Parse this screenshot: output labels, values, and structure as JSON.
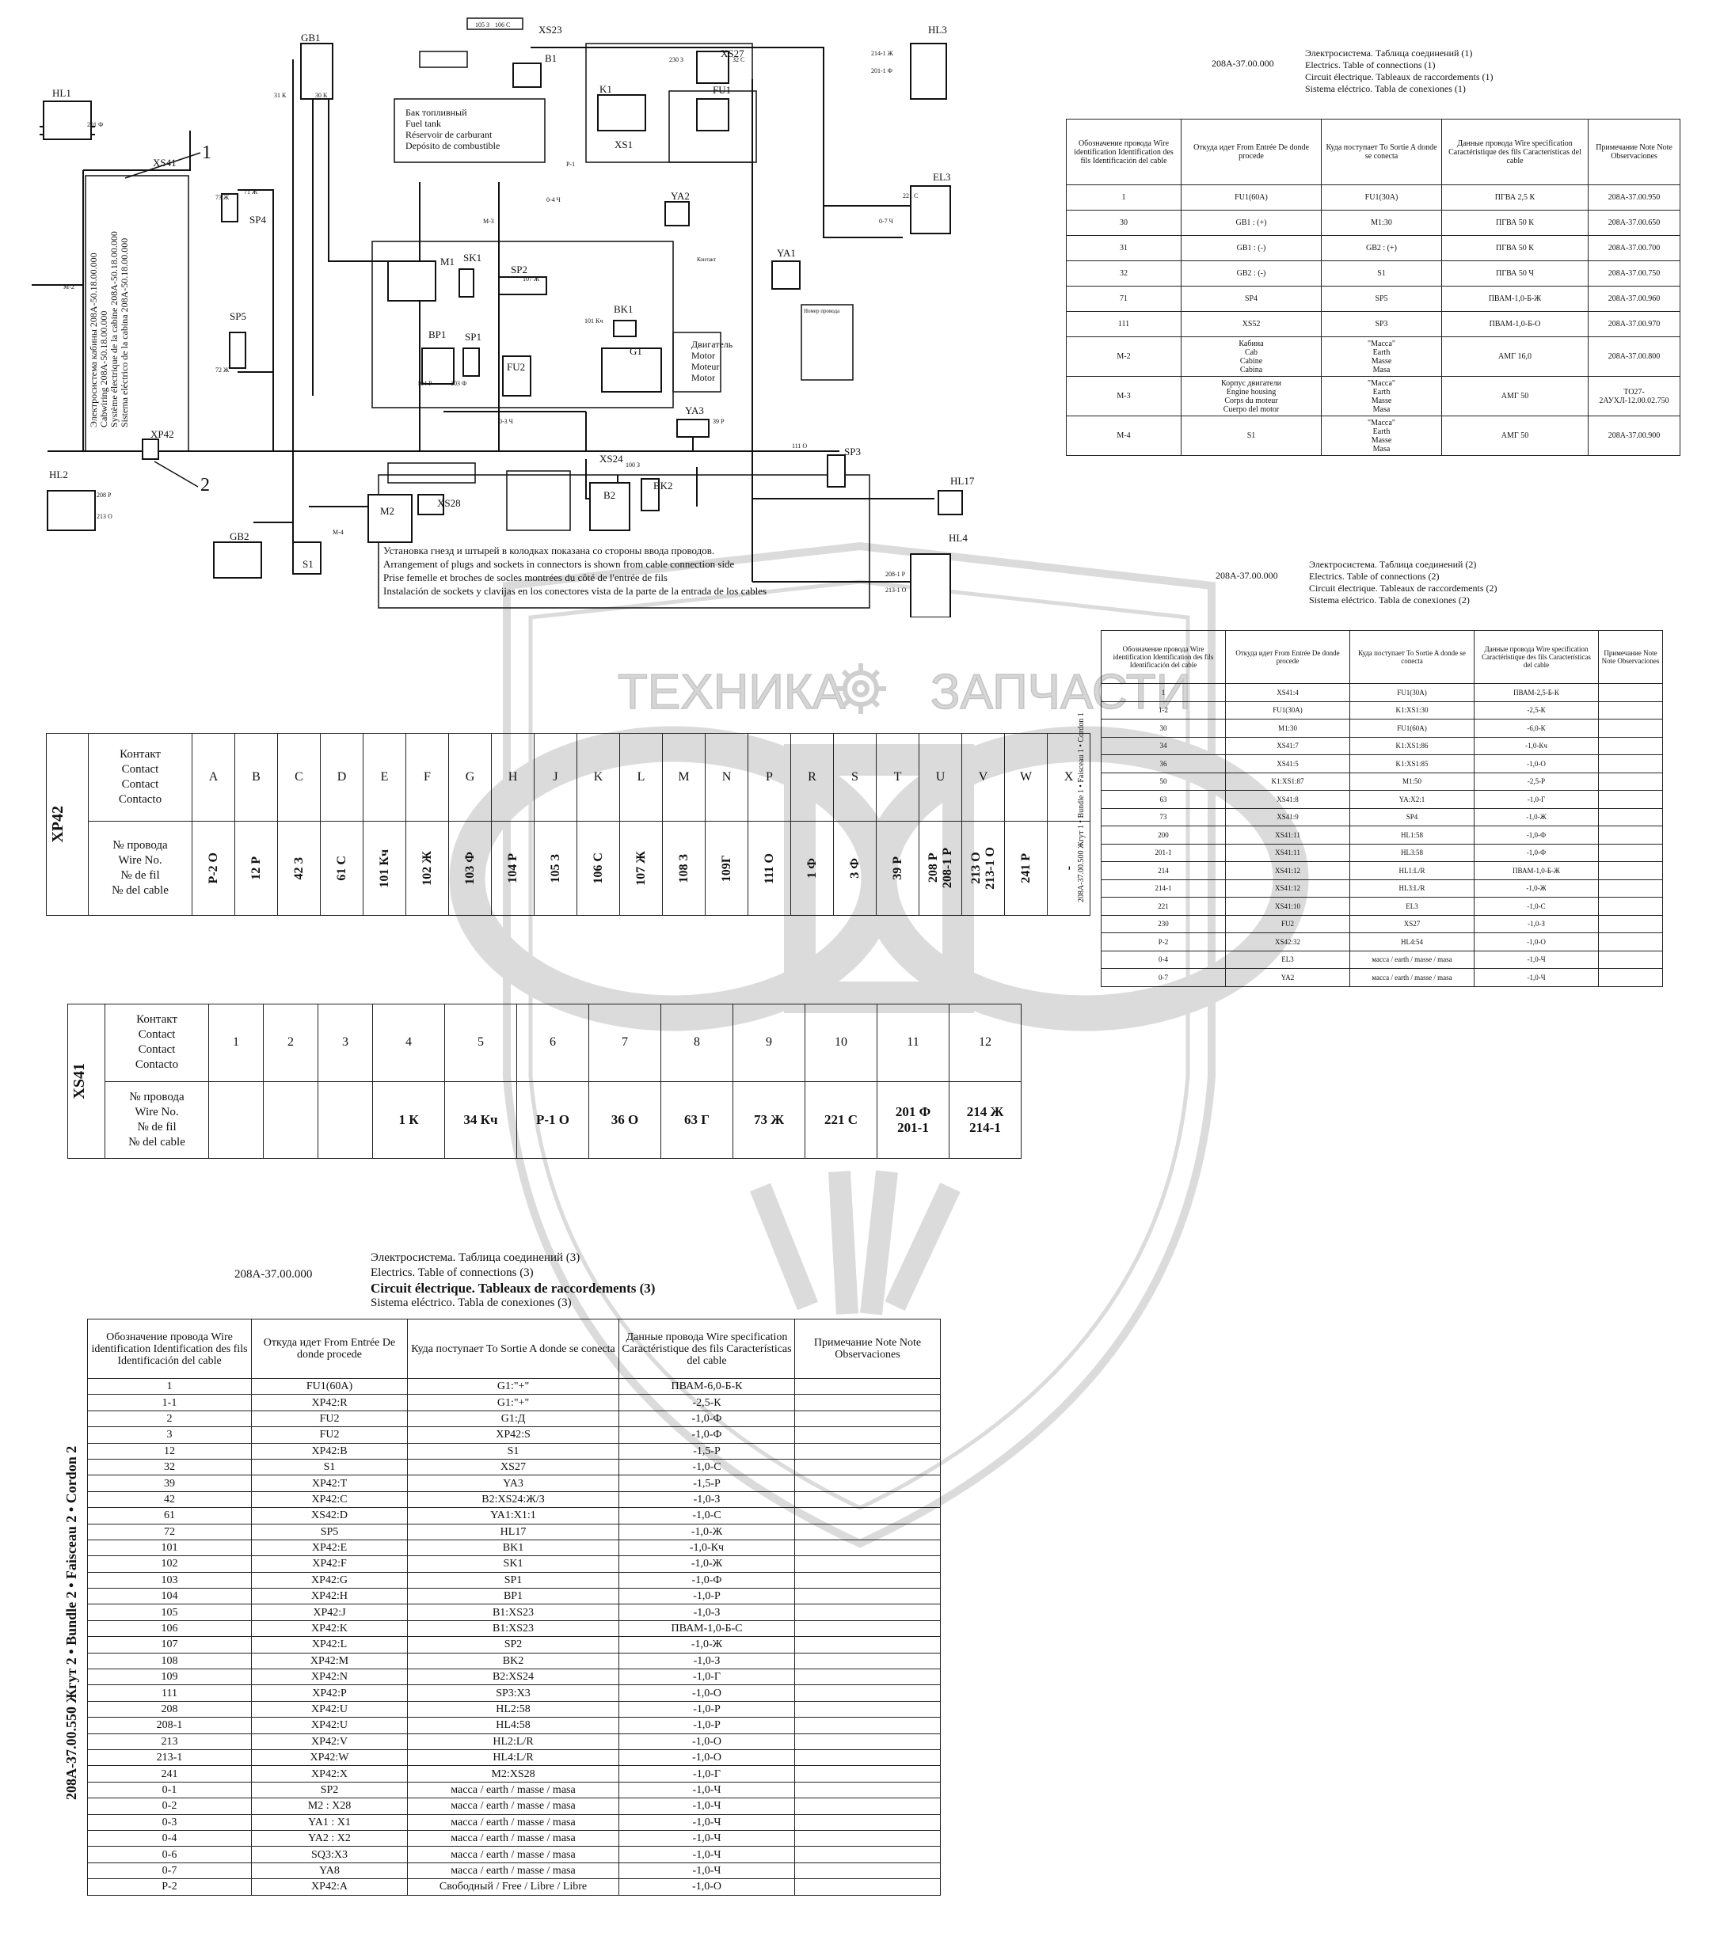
{
  "diagram": {
    "components": {
      "HL1": "HL1",
      "HL2": "HL2",
      "HL3": "HL3",
      "HL4": "HL4",
      "HL17": "HL17",
      "GB1": "GB1",
      "GB2": "GB2",
      "XS41": "XS41",
      "XP42": "XP42",
      "XS23": "XS23",
      "B1": "B1",
      "XS27": "XS27",
      "FU1": "FU1",
      "K1": "K1",
      "XS1": "XS1",
      "YA2": "YA2",
      "YA1": "YA1",
      "YA3": "YA3",
      "EL3": "EL3",
      "SP4": "SP4",
      "SP5": "SP5",
      "SP2": "SP2",
      "SP1": "SP1",
      "SP3": "SP3",
      "BP1": "BP1",
      "FU2": "FU2",
      "G1": "G1",
      "M1": "M1",
      "SK1": "SK1",
      "BK1": "BK1",
      "BK2": "BK2",
      "XS24": "XS24",
      "B2": "B2",
      "M2": "M2",
      "XS28": "XS28",
      "S1": "S1"
    },
    "callouts": {
      "one": "1",
      "two": "2"
    },
    "fuel_tank": [
      "Бак топливный",
      "Fuel tank",
      "Réservoir de carburant",
      "Depósito de combustible"
    ],
    "engine": [
      "Двигатель",
      "Motor",
      "Moteur",
      "Motor"
    ],
    "cab_wiring": [
      "Электросистема кабины 208А-50.18.00.000",
      "Cabwiring 208А-50.18.00.000",
      "Système électrique de la cabine 208А-50.18.00.000",
      "Sistema eléctrico de la cabina 208А-50.18.00.000"
    ],
    "note": [
      "Установка гнезд и штырей в колодках показана со стороны ввода проводов.",
      "Arrangement of plugs and sockets in connectors is shown from cable connection side",
      "Prise femelle et broches de socles montrées du côté de l'entrée de fils",
      "Instalación de sockets y clavijas en los conectores vista de la parte de la entrada de los cables"
    ],
    "wire_labels": {
      "w105": "105 З",
      "w106": "106 С",
      "w201": "201 Ф",
      "w31": "31 К",
      "w30": "30 К",
      "w73": "73 Ж",
      "w71": "71 Ж",
      "w72": "72 Ж",
      "w208": "208 Р",
      "w213": "213 О",
      "w2141": "214-1 Ж",
      "w2011": "201-1 Ф",
      "w221": "221 С",
      "w07": "0-7 Ч",
      "w04": "0-4 Ч",
      "w03": "0-3 Ч",
      "w111": "111 О",
      "w39": "39 Р",
      "w2081": "208-1 Р",
      "w2131": "213-1 О",
      "wP1": "Р-1",
      "wM2": "М-2",
      "wM3": "М-3",
      "wM4": "М-4",
      "w107": "107 Ж",
      "w101": "101 Кч",
      "w104": "104 Р",
      "w103": "103 Ф",
      "w100": "100 З",
      "w230": "230 З",
      "w32": "32 С"
    },
    "nomer_header": [
      "Контакт",
      "Номер провода"
    ]
  },
  "table1": {
    "code": "208А-37.00.000",
    "title": [
      "Электросистема. Таблица соединений (1)",
      "Electrics. Table of connections (1)",
      "Circuit électrique. Tableaux de raccordements (1)",
      "Sistema eléctrico. Tabla de conexiones (1)"
    ],
    "headers": [
      "Обозначение провода\nWire identification\nIdentification des fils\nIdentificación del cable",
      "Откуда идет\nFrom\nEntrée\nDe donde procede",
      "Куда поступает\nTo\nSortie\nA donde se conecta",
      "Данные провода\nWire specification\nCaractéristique des fils\nCaracterísticas del cable",
      "Примечание\nNote\nNote\nObservaciones"
    ],
    "rows": [
      [
        "1",
        "FU1(60A)",
        "FU1(30A)",
        "ПГВА 2,5 К",
        "208А-37.00.950"
      ],
      [
        "30",
        "GB1 : (+)",
        "M1:30",
        "ПГВА 50 К",
        "208А-37.00.650"
      ],
      [
        "31",
        "GB1 : (-)",
        "GB2 : (+)",
        "ПГВА 50 К",
        "208А-37.00.700"
      ],
      [
        "32",
        "GB2 : (-)",
        "S1",
        "ПГВА 50 Ч",
        "208А-37.00.750"
      ],
      [
        "71",
        "SP4",
        "SP5",
        "ПВАМ-1,0-Б-Ж",
        "208А-37.00.960"
      ],
      [
        "111",
        "XS52",
        "SP3",
        "ПВАМ-1,0-Б-О",
        "208А-37.00.970"
      ],
      [
        "М-2",
        "Кабина\nCab\nCabine\nCabina",
        "\"Масса\"\nEarth\nMasse\nMasa",
        "АМГ 16,0",
        "208А-37.00.800"
      ],
      [
        "М-3",
        "Корпус двигатели\nEngine housing\nCorps du moteur\nCuerpo del motor",
        "\"Масса\"\nEarth\nMasse\nMasa",
        "АМГ 50",
        "ТО27-2АУХЛ-12.00.02.750"
      ],
      [
        "М-4",
        "S1",
        "\"Масса\"\nEarth\nMasse\nMasa",
        "АМГ 50",
        "208А-37.00.900"
      ]
    ]
  },
  "table2": {
    "code": "208А-37.00.000",
    "title": [
      "Электросистема. Таблица соединений (2)",
      "Electrics. Table of connections (2)",
      "Circuit électrique. Tableaux de raccordements (2)",
      "Sistema eléctrico. Tabla de conexiones (2)"
    ],
    "side_label": "208А-37.00.500   Жгут 1 • Bundle 1 • Faisceau 1 • Cordon 1",
    "headers": [
      "Обозначение провода\nWire identification\nIdentification des fils\nIdentificación del cable",
      "Откуда идет\nFrom\nEntrée\nDe donde procede",
      "Куда поступает\nTo\nSortie\nA donde se conecta",
      "Данные провода\nWire specification\nCaractéristique des fils\nCaracterísticas del cable",
      "Примечание\nNote\nNote\nObservaciones"
    ],
    "rows": [
      [
        "1",
        "XS41:4",
        "FU1(30A)",
        "ПВАМ-2,5-Б-К"
      ],
      [
        "1-2",
        "FU1(30A)",
        "K1:XS1:30",
        "-2,5-К"
      ],
      [
        "30",
        "M1:30",
        "FU1(60A)",
        "-6,0-К"
      ],
      [
        "34",
        "XS41:7",
        "K1:XS1:86",
        "-1,0-Кч"
      ],
      [
        "36",
        "XS41:5",
        "K1:XS1:85",
        "-1,0-О"
      ],
      [
        "50",
        "K1:XS1:87",
        "M1:50",
        "-2,5-Р"
      ],
      [
        "63",
        "XS41:8",
        "YA:X2:1",
        "-1,0-Г"
      ],
      [
        "73",
        "XS41:9",
        "SP4",
        "-1,0-Ж"
      ],
      [
        "200",
        "XS41:11",
        "HL1:58",
        "-1,0-Ф"
      ],
      [
        "201-1",
        "XS41:11",
        "HL3:58",
        "-1,0-Ф"
      ],
      [
        "214",
        "XS41:12",
        "HL1:L/R",
        "ПВАМ-1,0-Б-Ж"
      ],
      [
        "214-1",
        "XS41:12",
        "HL3:L/R",
        "-1,0-Ж"
      ],
      [
        "221",
        "XS41:10",
        "EL3",
        "-1,0-С"
      ],
      [
        "230",
        "FU2",
        "XS27",
        "-1,0-З"
      ],
      [
        "Р-2",
        "XS42:32",
        "HL4:54",
        "-1,0-О"
      ],
      [
        "0-4",
        "EL3",
        "масса / earth / masse / masa",
        "-1,0-Ч"
      ],
      [
        "0-7",
        "YA2",
        "масса / earth / masse / masa",
        "-1,0-Ч"
      ]
    ]
  },
  "xp42": {
    "name": "XP42",
    "contact_label": "Контакт\nContact\nContact\nContacto",
    "wire_label": "№ провода\nWire No.\n№ de fil\n№ del cable",
    "contacts": [
      "A",
      "B",
      "C",
      "D",
      "E",
      "F",
      "G",
      "H",
      "J",
      "K",
      "L",
      "M",
      "N",
      "P",
      "R",
      "S",
      "T",
      "U",
      "V",
      "W",
      "X"
    ],
    "wires": [
      "Р-2 О",
      "12 Р",
      "42 З",
      "61 С",
      "101 Кч",
      "102 Ж",
      "103 Ф",
      "104 Р",
      "105 З",
      "106 С",
      "107 Ж",
      "108 З",
      "109Г",
      "111 О",
      "1 Ф",
      "3 Ф",
      "39 Р",
      "208 Р\n208-1 Р",
      "213 О\n213-1 О",
      "241 Р",
      "-"
    ]
  },
  "xs41": {
    "name": "XS41",
    "contact_label": "Контакт\nContact\nContact\nContacto",
    "wire_label": "№ провода\nWire No.\n№ de fil\n№ del cable",
    "contacts": [
      "1",
      "2",
      "3",
      "4",
      "5",
      "6",
      "7",
      "8",
      "9",
      "10",
      "11",
      "12"
    ],
    "wires": [
      "",
      "",
      "",
      "1 К",
      "34 Кч",
      "Р-1 О",
      "36 О",
      "63 Г",
      "73 Ж",
      "221 С",
      "201 Ф\n201-1",
      "214 Ж\n214-1"
    ]
  },
  "table3": {
    "code": "208А-37.00.000",
    "title": [
      "Электросистема. Таблица соединений (3)",
      "Electrics. Table of connections (3)",
      "Circuit électrique. Tableaux de raccordements (3)",
      "Sistema eléctrico. Tabla de conexiones (3)"
    ],
    "side_label": "208А-37.00.550   Жгут 2 • Bundle 2 • Faisceau 2 • Cordon 2",
    "headers": [
      "Обозначение провода\nWire identification\nIdentification des fils\nIdentificación del cable",
      "Откуда идет\nFrom\nEntrée\nDe donde procede",
      "Куда поступает\nTo\nSortie\nA donde se conecta",
      "Данные провода\nWire specification\nCaractéristique des fils\nCaracterísticas del cable",
      "Примечание\nNote\nNote\nObservaciones"
    ],
    "rows": [
      [
        "1",
        "FU1(60A)",
        "G1:\"+\"",
        "ПВАМ-6,0-Б-К"
      ],
      [
        "1-1",
        "XP42:R",
        "G1:\"+\"",
        "-2,5-К"
      ],
      [
        "2",
        "FU2",
        "G1:Д",
        "-1,0-Ф"
      ],
      [
        "3",
        "FU2",
        "XP42:S",
        "-1,0-Ф"
      ],
      [
        "12",
        "XP42:B",
        "S1",
        "-1,5-Р"
      ],
      [
        "32",
        "S1",
        "XS27",
        "-1,0-С"
      ],
      [
        "39",
        "XP42:T",
        "YA3",
        "-1,5-Р"
      ],
      [
        "42",
        "XP42:C",
        "B2:XS24:Ж/З",
        "-1,0-З"
      ],
      [
        "61",
        "XS42:D",
        "YA1:X1:1",
        "-1,0-С"
      ],
      [
        "72",
        "SP5",
        "HL17",
        "-1,0-Ж"
      ],
      [
        "101",
        "XP42:E",
        "BK1",
        "-1,0-Кч"
      ],
      [
        "102",
        "XP42:F",
        "SK1",
        "-1,0-Ж"
      ],
      [
        "103",
        "XP42:G",
        "SP1",
        "-1,0-Ф"
      ],
      [
        "104",
        "XP42:H",
        "BP1",
        "-1,0-Р"
      ],
      [
        "105",
        "XP42:J",
        "B1:XS23",
        "-1,0-З"
      ],
      [
        "106",
        "XP42:K",
        "B1:XS23",
        "ПВАМ-1,0-Б-С"
      ],
      [
        "107",
        "XP42:L",
        "SP2",
        "-1,0-Ж"
      ],
      [
        "108",
        "XP42:M",
        "BK2",
        "-1,0-З"
      ],
      [
        "109",
        "XP42:N",
        "B2:XS24",
        "-1,0-Г"
      ],
      [
        "111",
        "XP42:P",
        "SP3:X3",
        "-1,0-О"
      ],
      [
        "208",
        "XP42:U",
        "HL2:58",
        "-1,0-Р"
      ],
      [
        "208-1",
        "XP42:U",
        "HL4:58",
        "-1,0-Р"
      ],
      [
        "213",
        "XP42:V",
        "HL2:L/R",
        "-1,0-О"
      ],
      [
        "213-1",
        "XP42:W",
        "HL4:L/R",
        "-1,0-О"
      ],
      [
        "241",
        "XP42:X",
        "M2:XS28",
        "-1,0-Г"
      ],
      [
        "0-1",
        "SP2",
        "масса / earth / masse / masa",
        "-1,0-Ч"
      ],
      [
        "0-2",
        "M2 : X28",
        "масса / earth / masse / masa",
        "-1,0-Ч"
      ],
      [
        "0-3",
        "YA1 : X1",
        "масса / earth / masse / masa",
        "-1,0-Ч"
      ],
      [
        "0-4",
        "YA2 : X2",
        "масса / earth / masse / masa",
        "-1,0-Ч"
      ],
      [
        "0-6",
        "SQ3:X3",
        "масса / earth / masse / masa",
        "-1,0-Ч"
      ],
      [
        "0-7",
        "YA8",
        "масса / earth / masse / masa",
        "-1,0-Ч"
      ],
      [
        "Р-2",
        "XP42:A",
        "Свободный / Free / Libre / Libre",
        "-1,0-О"
      ]
    ]
  },
  "watermark": {
    "left": "ТЕХНИКА",
    "right": "ЗАПЧАСТИ",
    "logo": "ЭПФ"
  },
  "colors": {
    "ink": "#111111",
    "watermark": "#c8c8c8"
  }
}
